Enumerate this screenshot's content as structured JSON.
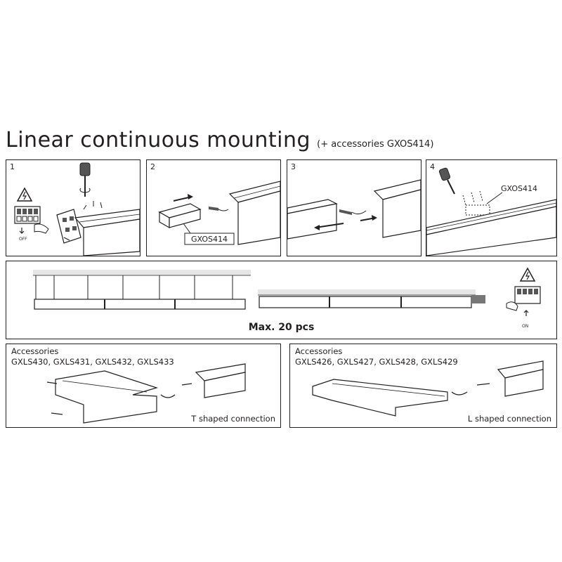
{
  "header": {
    "title": "Linear continuous mounting",
    "subtitle": "(+ accessories GXOS414)"
  },
  "steps": [
    {
      "number": "1",
      "power_label": "OFF"
    },
    {
      "number": "2",
      "part_code": "GXOS414"
    },
    {
      "number": "3"
    },
    {
      "number": "4",
      "part_code": "GXOS414"
    }
  ],
  "continuous": {
    "max_label": "Max. 20 pcs",
    "power_label": "ON"
  },
  "accessories": [
    {
      "heading": "Accessories",
      "codes": "GXLS430, GXLS431, GXLS432, GXLS433",
      "caption": "T shaped connection"
    },
    {
      "heading": "Accessories",
      "codes": "GXLS426, GXLS427, GXLS428, GXLS429",
      "caption": "L shaped connection"
    }
  ]
}
